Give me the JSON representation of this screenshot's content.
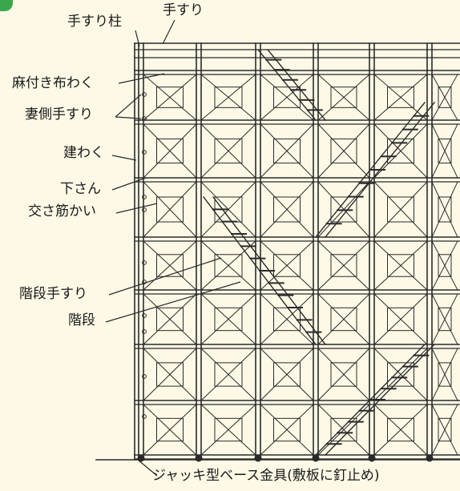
{
  "labels": {
    "handrail_post": "手すり柱",
    "handrail": "手すり",
    "jute_frame": "麻付き布わく",
    "gable_handrail": "妻側手すり",
    "frame": "建わく",
    "lower_rail": "下さん",
    "cross_brace": "交さ筋かい",
    "stair_handrail": "階段手すり",
    "stair": "階段",
    "jack_base": "ジャッキ型ベース金具(敷板に釘止め)"
  },
  "colors": {
    "background": "#fdf9e6",
    "line": "#2a2a2a",
    "accent": "#3aa84a"
  }
}
